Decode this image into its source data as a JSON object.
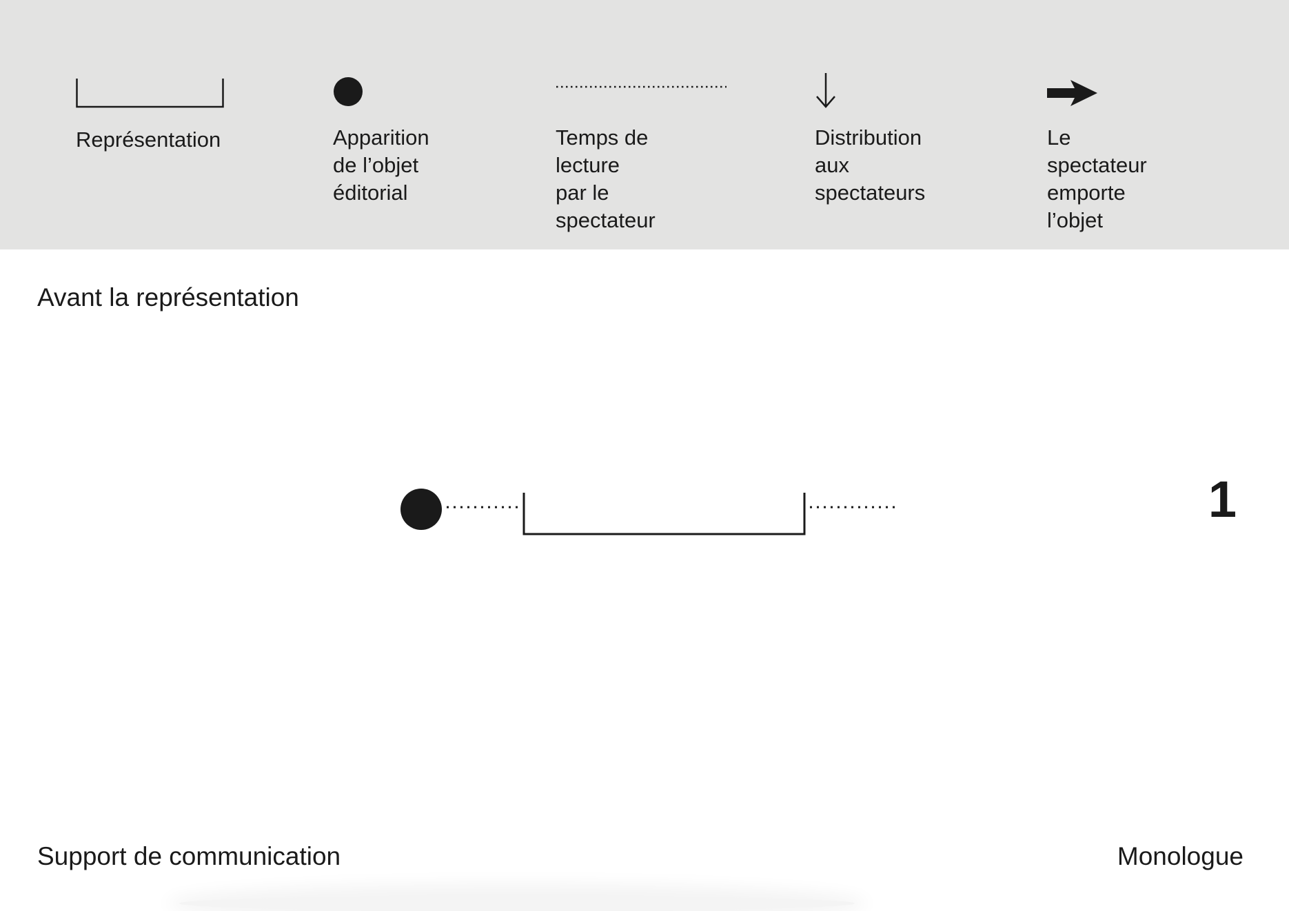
{
  "legend": {
    "background": "#e3e3e2",
    "items": [
      {
        "icon": "representation-bracket-icon",
        "label": "Représentation"
      },
      {
        "icon": "filled-dot-icon",
        "label": "Apparition\nde l’objet\néditorial"
      },
      {
        "icon": "dotted-line-icon",
        "label": "Temps de lecture\npar le spectateur"
      },
      {
        "icon": "down-arrow-icon",
        "label": "Distribution\naux spectateurs"
      },
      {
        "icon": "right-arrow-icon",
        "label": "Le spectateur\nemporte l’objet"
      }
    ]
  },
  "section": {
    "top_label": "Avant la représentation",
    "bottom_left_label": "Support de communication",
    "bottom_right_label": "Monologue",
    "number": "1"
  },
  "timeline": {
    "sequence": [
      "filled-dot",
      "dotted-line",
      "representation-bracket",
      "dotted-line"
    ]
  },
  "colors": {
    "ink": "#1a1a1a",
    "page": "#ffffff"
  }
}
